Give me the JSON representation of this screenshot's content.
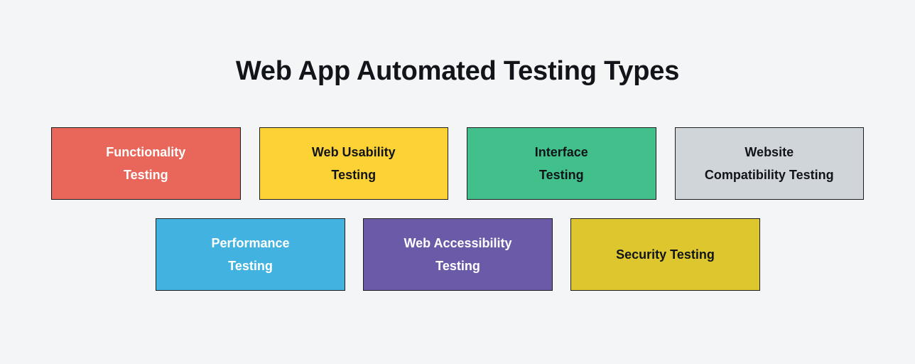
{
  "title": "Web App Automated Testing Types",
  "background_color": "#f4f5f7",
  "card_border_color": "#1d1d1f",
  "diagram_data": {
    "type": "diagram",
    "layout": "two-row-grid",
    "title": "Web App Automated Testing Types",
    "rows": [
      {
        "name": "row-1",
        "count": 4,
        "cards": [
          {
            "id": "functionality-testing",
            "label": "Functionality\nTesting",
            "line1": "Functionality",
            "line2": "Testing",
            "bg": "#e8675a",
            "fg": "#ffffff"
          },
          {
            "id": "web-usability-testing",
            "label": "Web Usability\nTesting",
            "line1": "Web Usability",
            "line2": "Testing",
            "bg": "#fcd235",
            "fg": "#111418"
          },
          {
            "id": "interface-testing",
            "label": "Interface\nTesting",
            "line1": "Interface",
            "line2": "Testing",
            "bg": "#42c08c",
            "fg": "#111418"
          },
          {
            "id": "website-compatibility-testing",
            "label": "Website\nCompatibility Testing",
            "line1": "Website",
            "line2": "Compatibility Testing",
            "bg": "#d0d5d9",
            "fg": "#111418"
          }
        ]
      },
      {
        "name": "row-2",
        "count": 3,
        "cards": [
          {
            "id": "performance-testing",
            "label": "Performance\nTesting",
            "line1": "Performance",
            "line2": "Testing",
            "bg": "#42b3e0",
            "fg": "#ffffff"
          },
          {
            "id": "web-accessibility-testing",
            "label": "Web Accessibility\nTesting",
            "line1": "Web Accessibility",
            "line2": "Testing",
            "bg": "#6b5aa8",
            "fg": "#ffffff"
          },
          {
            "id": "security-testing",
            "label": "Security Testing",
            "line1": "Security Testing",
            "line2": "",
            "bg": "#dec62f",
            "fg": "#111418"
          }
        ]
      }
    ]
  }
}
